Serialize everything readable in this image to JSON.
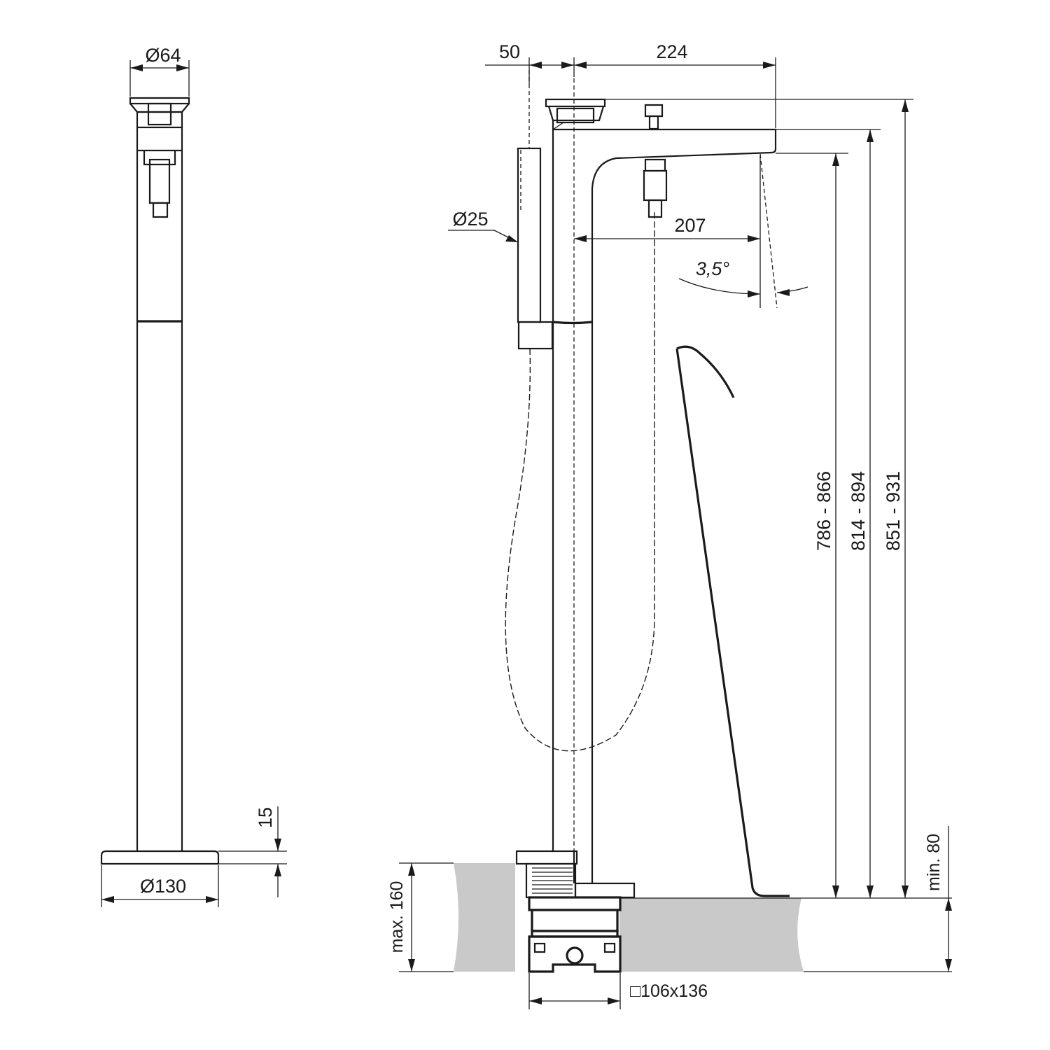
{
  "drawing": {
    "colors": {
      "ink": "#1a1a1a",
      "ground": "#c9c9c9",
      "background": "#ffffff"
    },
    "side_view": {
      "dim_top_diameter": "Ø64",
      "dim_base_diameter": "Ø130",
      "dim_base_thickness": "15"
    },
    "front_view": {
      "dim_handshower_offset": "50",
      "dim_spout_reach_top": "224",
      "dim_handshower_diameter": "Ø25",
      "dim_spout_reach": "207",
      "dim_spout_angle": "3,5°",
      "dim_height_1": "786 - 866",
      "dim_height_2": "814 - 894",
      "dim_height_3": "851 - 931",
      "dim_min_depth": "min. 80",
      "dim_max_depth": "max. 160",
      "dim_box_size": "□106x136"
    }
  }
}
